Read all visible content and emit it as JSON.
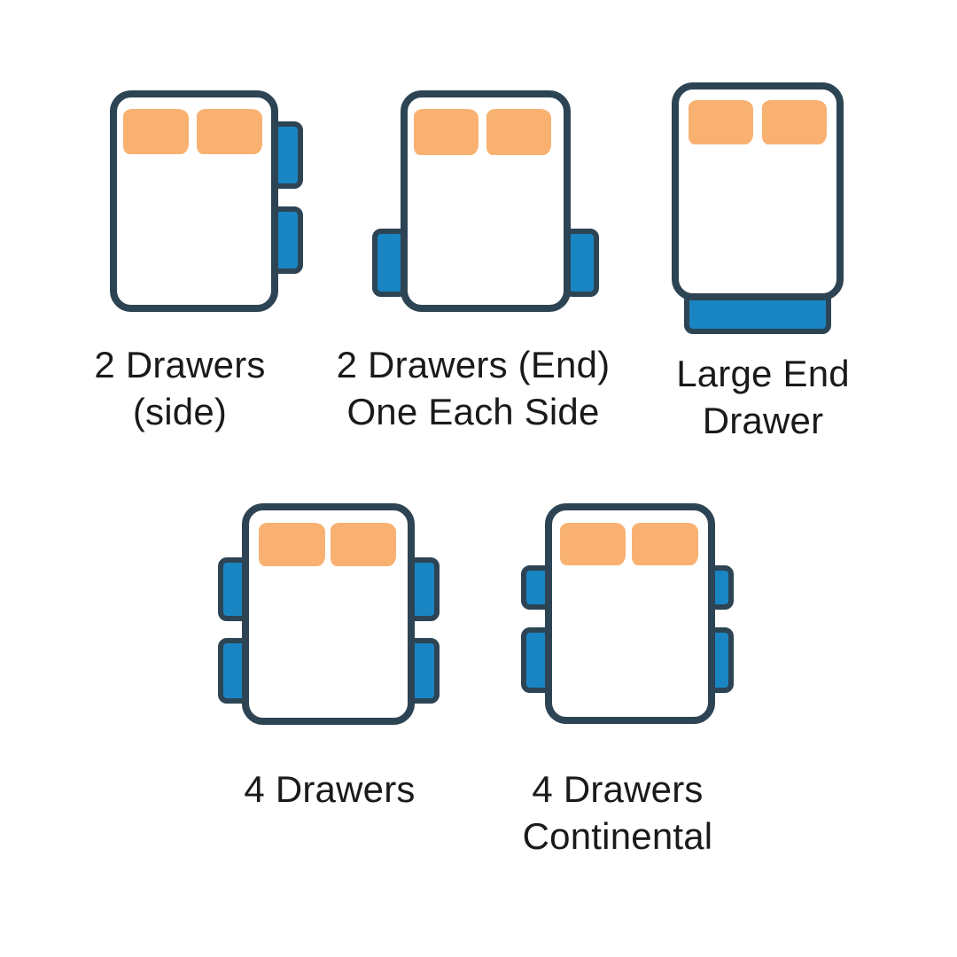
{
  "page": {
    "background": "#ffffff",
    "description": "Bed drawer configuration options diagram"
  },
  "colors": {
    "outline": "#2d4454",
    "drawer_blue": "#1a85c3",
    "pillow_orange": "#f9b171",
    "bed_white": "#ffffff",
    "label_text": "#1a1a1a",
    "page_background": "#ffffff"
  },
  "figures": [
    {
      "name": "2-drawers-side",
      "label": [
        "2 Drawers",
        "(side)"
      ],
      "drawer_count": 2,
      "pillow_count": 2,
      "drawer_placement": "two drawers on right side"
    },
    {
      "name": "2-drawers-end-one-each-side",
      "label": [
        "2 Drawers (End)",
        "One Each Side"
      ],
      "drawer_count": 2,
      "pillow_count": 2,
      "drawer_placement": "one drawer on each side near foot end"
    },
    {
      "name": "large-end-drawer",
      "label": [
        "Large End",
        "Drawer"
      ],
      "drawer_count": 1,
      "pillow_count": 2,
      "drawer_placement": "one wide drawer at foot end"
    },
    {
      "name": "4-drawers",
      "label": [
        "4 Drawers"
      ],
      "drawer_count": 4,
      "pillow_count": 2,
      "drawer_placement": "two drawers on each side"
    },
    {
      "name": "4-drawers-continental",
      "label": [
        "4 Drawers",
        "Continental"
      ],
      "drawer_count": 4,
      "pillow_count": 2,
      "drawer_placement": "two drawers on each side, shorter top drawers"
    }
  ]
}
